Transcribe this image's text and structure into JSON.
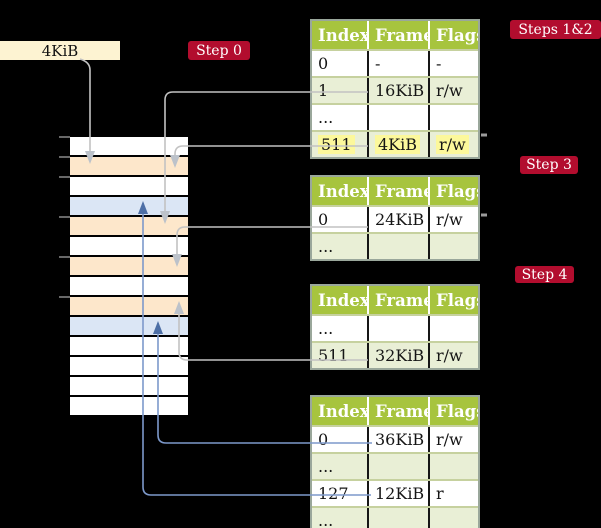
{
  "frame_label": {
    "text": "4KiB"
  },
  "badges": {
    "step0": "Step 0",
    "steps12": "Steps 1&2",
    "step3": "Step 3",
    "step4": "Step 4"
  },
  "memory_stack": {
    "rows": [
      "white",
      "orange",
      "white",
      "blue",
      "orange",
      "white",
      "orange",
      "white",
      "orange",
      "blue",
      "white",
      "white",
      "white",
      "white"
    ]
  },
  "tables": [
    {
      "name": "page-table-steps-1-2",
      "headers": [
        "Index",
        "Frame",
        "Flags"
      ],
      "rows": [
        {
          "cells": [
            "0",
            "-",
            "-"
          ],
          "shade": false,
          "highlight": false
        },
        {
          "cells": [
            "1",
            "16KiB",
            "r/w"
          ],
          "shade": true,
          "highlight": false
        },
        {
          "cells": [
            "...",
            "",
            ""
          ],
          "shade": false,
          "highlight": false
        },
        {
          "cells": [
            "511",
            "4KiB",
            "r/w"
          ],
          "shade": true,
          "highlight": true
        }
      ]
    },
    {
      "name": "page-table-step-3",
      "headers": [
        "Index",
        "Frame",
        "Flags"
      ],
      "rows": [
        {
          "cells": [
            "0",
            "24KiB",
            "r/w"
          ],
          "shade": false,
          "highlight": false
        },
        {
          "cells": [
            "...",
            "",
            ""
          ],
          "shade": true,
          "highlight": false
        }
      ]
    },
    {
      "name": "page-table-step-4-upper",
      "headers": [
        "Index",
        "Frame",
        "Flags"
      ],
      "rows": [
        {
          "cells": [
            "...",
            "",
            ""
          ],
          "shade": false,
          "highlight": false
        },
        {
          "cells": [
            "511",
            "32KiB",
            "r/w"
          ],
          "shade": true,
          "highlight": false
        }
      ]
    },
    {
      "name": "page-table-step-4-lower",
      "headers": [
        "Index",
        "Frame",
        "Flags"
      ],
      "rows": [
        {
          "cells": [
            "0",
            "36KiB",
            "r/w"
          ],
          "shade": false,
          "highlight": false
        },
        {
          "cells": [
            "...",
            "",
            ""
          ],
          "shade": true,
          "highlight": false
        },
        {
          "cells": [
            "127",
            "12KiB",
            "r"
          ],
          "shade": false,
          "highlight": false
        },
        {
          "cells": [
            "...",
            "",
            ""
          ],
          "shade": true,
          "highlight": false
        }
      ]
    }
  ],
  "colors": {
    "badge_red": "#b20d2e",
    "table_header_green": "#a7c43e",
    "table_row_green": "#e9efd6",
    "highlight_yellow": "#fcf89b",
    "frame_label_cream": "#fdf3d2",
    "memory_white": "#ffffff",
    "memory_orange": "#fde7cb",
    "memory_blue": "#dbe6f5",
    "connector_gray": "#c2c2c2",
    "connector_gray_arrow": "#bcc2ca",
    "connector_blue": "#7d99cb",
    "connector_blue_arrow": "#4d6fa6"
  }
}
